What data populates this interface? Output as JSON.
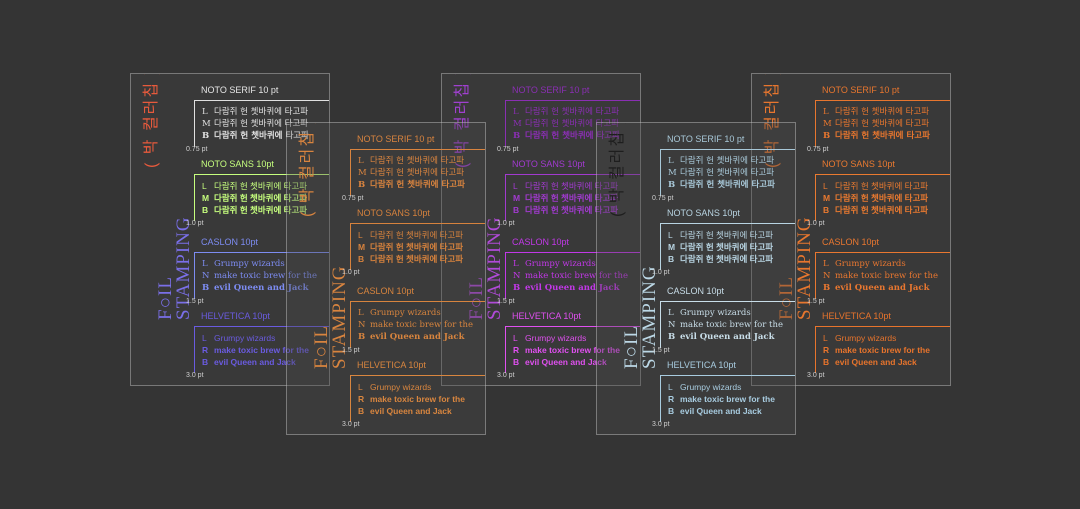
{
  "brand": {
    "line1": "F○IL",
    "line2": "STAMPING"
  },
  "subtitle": "( 박 컬러칩 )",
  "sections": [
    {
      "name": "NOTO SERIF 10 pt",
      "kind": "serif",
      "lines": [
        {
          "w": "L",
          "t": "다람쥐 헌 쳇바퀴에 타고파"
        },
        {
          "w": "M",
          "t": "다람쥐 헌 쳇바퀴에 타고파"
        },
        {
          "w": "B",
          "t": "다람쥐 헌 쳇바퀴에 타고파"
        }
      ],
      "stroke": "0.75 pt"
    },
    {
      "name": "NOTO SANS 10pt",
      "kind": "sans",
      "lines": [
        {
          "w": "L",
          "t": "다람쥐 헌 쳇바퀴에 타고파"
        },
        {
          "w": "M",
          "t": "다람쥐 헌 쳇바퀴에 타고파"
        },
        {
          "w": "B",
          "t": "다람쥐 헌 쳇바퀴에 타고파"
        }
      ],
      "stroke": "1.0 pt"
    },
    {
      "name": "CASLON 10pt",
      "kind": "serif",
      "lines": [
        {
          "w": "L",
          "t": "Grumpy wizards"
        },
        {
          "w": "N",
          "t": "make toxic brew for the"
        },
        {
          "w": "B",
          "t": "evil Queen and Jack"
        }
      ],
      "stroke": "1.5 pt"
    },
    {
      "name": "HELVETICA 10pt",
      "kind": "sans",
      "lines": [
        {
          "w": "L",
          "t": "Grumpy wizards"
        },
        {
          "w": "R",
          "t": "make toxic brew for the"
        },
        {
          "w": "B",
          "t": "evil Queen and Jack"
        }
      ],
      "stroke": "3.0 pt"
    }
  ],
  "cards": [
    {
      "id": "gradient",
      "colors": [
        "#e0e0e0",
        "#c6ff7e",
        "#7d8cf2",
        "#6a5be0"
      ],
      "brand_color": "#7a6fe8",
      "sub_color": "#e85a3c"
    },
    {
      "id": "violet",
      "colors": [
        "#8a2fb3",
        "#a23ad0",
        "#c238e8",
        "#e050f0"
      ],
      "brand_color": "#b04ad8",
      "sub_color": "#a040d0"
    },
    {
      "id": "copper",
      "colors": [
        "#d9843f",
        "#d6823d",
        "#d7843e",
        "#d9863f"
      ],
      "brand_color": "#d8843f",
      "sub_color": "#d8843f"
    },
    {
      "id": "silver",
      "colors": [
        "#a8c8d8",
        "#b8d4e2",
        "#c8dde8",
        "#a8cce0"
      ],
      "brand_color": "#bcd8e6",
      "sub_color": "#1e1e1e"
    },
    {
      "id": "orange",
      "colors": [
        "#e8762e",
        "#ea7a30",
        "#e97730",
        "#e8742c"
      ],
      "brand_color": "#e8762e",
      "sub_color": "#e8762e"
    }
  ]
}
